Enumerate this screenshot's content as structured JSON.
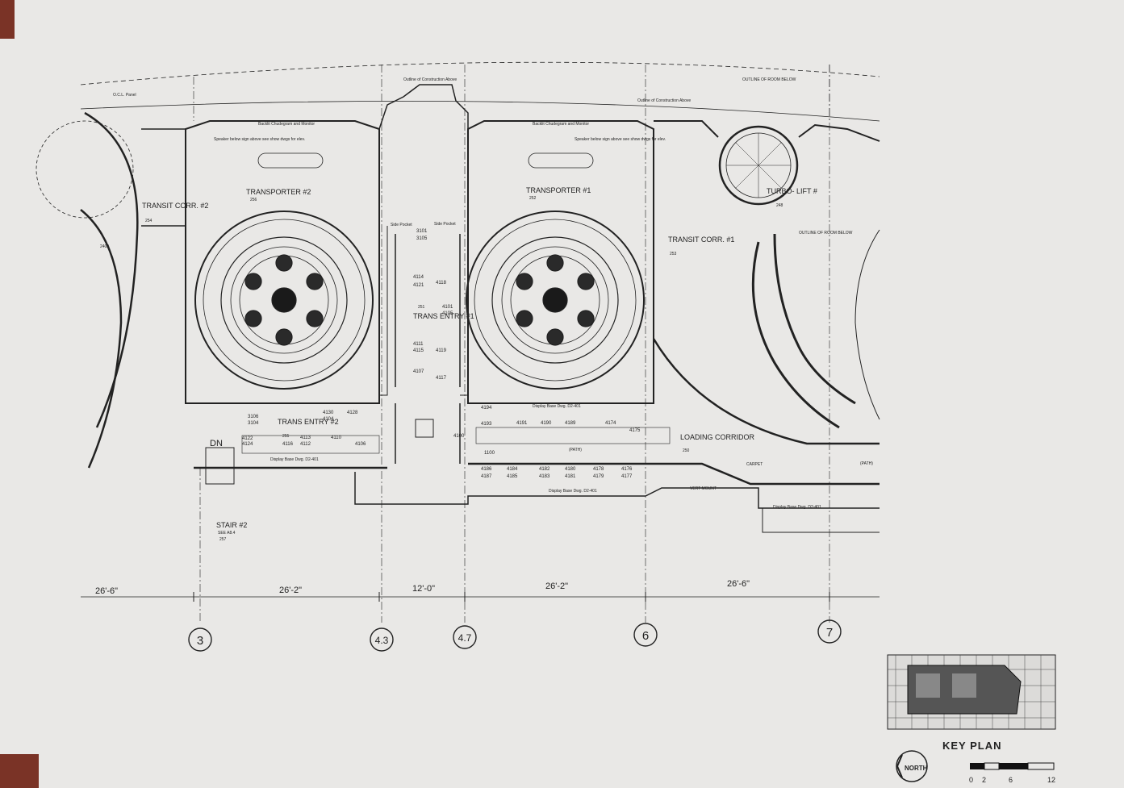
{
  "rooms": {
    "transporter_2": {
      "name": "TRANSPORTER #2",
      "number": "256"
    },
    "transporter_1": {
      "name": "TRANSPORTER #1",
      "number": "252"
    },
    "transit_corr_2": {
      "name": "TRANSIT CORR. #2",
      "number": "254"
    },
    "transit_corr_1": {
      "name": "TRANSIT CORR. #1",
      "number": "253"
    },
    "turbo_lift": {
      "name": "TURBO- LIFT #",
      "number": "248"
    },
    "trans_entry_1": {
      "name": "TRANS ENTRY #1",
      "number": "251"
    },
    "trans_entry_2": {
      "name": "TRANS ENTRY #2",
      "number": "255"
    },
    "loading_corridor": {
      "name": "LOADING CORRIDOR",
      "number": "250"
    },
    "stair_2": {
      "name": "STAIR #2",
      "sub": "SEE A8.4",
      "number": "257"
    },
    "left_room": {
      "number": "240A"
    }
  },
  "notes": {
    "outline_room_below": "OUTLINE OF ROOM BELOW",
    "outline_construction_above": "Outline of Construction Above",
    "dn": "DN",
    "display_case": "Display Base Dwg. D2-401",
    "carpet": "CARPET",
    "path": "(PATH)",
    "ocl_panel": "O.C.L. Panel",
    "backlit_chudegram": "Backlit Chudegram and Monitor",
    "speaker_below": "Speaker below sign above see show dwgs for elev.",
    "side_pocket": "Side Pocket",
    "vert_mount": "VERT MOUNT"
  },
  "tags": {
    "entry_1": [
      "3101",
      "3105",
      "4114",
      "4121",
      "4118",
      "4101",
      "4105",
      "4115",
      "4111",
      "4119",
      "4107",
      "4117"
    ],
    "entry_2": [
      "3106",
      "3104",
      "4122",
      "4124",
      "4130",
      "4128",
      "4104",
      "4110",
      "4113",
      "4116",
      "4112",
      "4106"
    ],
    "corridor": [
      "4194",
      "4193",
      "4191",
      "4190",
      "4189",
      "4186",
      "4184",
      "4182",
      "4180",
      "4178",
      "4176",
      "4174",
      "4187",
      "4185",
      "4183",
      "4181",
      "4179",
      "4177",
      "4175",
      "4100",
      "1100"
    ]
  },
  "dimensions": [
    "26'-6\"",
    "26'-2\"",
    "12'-0\"",
    "26'-2\"",
    "26'-6\""
  ],
  "grid_lines": [
    "3",
    "4.3",
    "4.7",
    "6",
    "7"
  ],
  "key_plan": {
    "title": "KEY PLAN",
    "north": "NORTH",
    "scale": [
      "0",
      "2",
      "6",
      "12"
    ]
  }
}
